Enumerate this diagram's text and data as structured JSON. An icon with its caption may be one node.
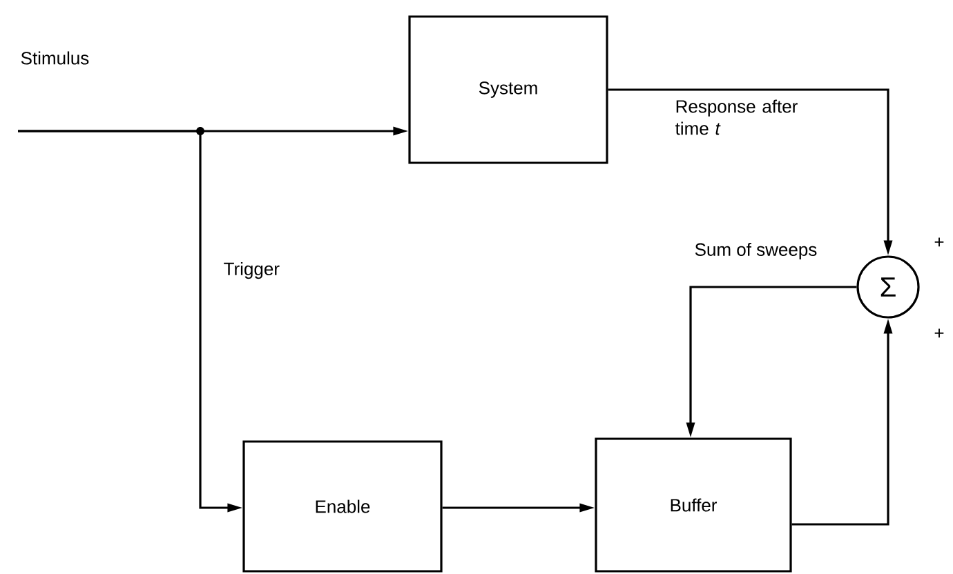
{
  "diagram": {
    "nodes": [
      {
        "text": [
          "System"
        ]
      },
      {
        "text": [
          "Enable"
        ]
      },
      {
        "text": [
          "Buffer"
        ]
      },
      {
        "text": [
          "Σ"
        ]
      }
    ],
    "edges": [
      {
        "from": null,
        "to": 0,
        "arrow": "to",
        "label": "Stimulus"
      },
      {
        "from": null,
        "to": 1,
        "arrow": "to",
        "label": "Trigger"
      },
      {
        "from": 0,
        "to": 3,
        "arrow": "to",
        "label": "Response after time *t*"
      },
      {
        "from": 1,
        "to": 2,
        "arrow": "to"
      },
      {
        "from": 2,
        "to": 3,
        "arrow": "to"
      },
      {
        "from": 3,
        "to": 2,
        "arrow": "to",
        "label": "Sum of sweeps"
      }
    ],
    "labels": [
      "+",
      "+"
    ]
  }
}
